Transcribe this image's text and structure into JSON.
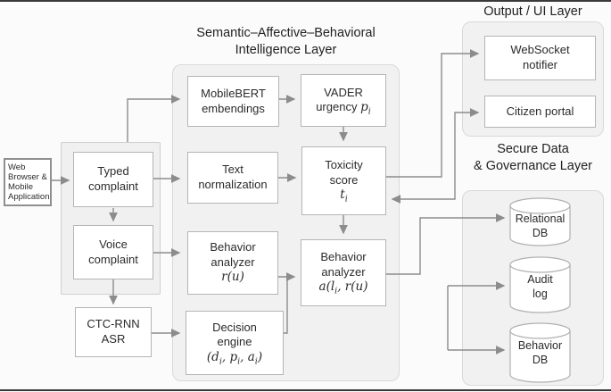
{
  "layers": {
    "intelligence": {
      "title_line1": "Semantic–Affective–Behavioral",
      "title_line2": "Intelligence Layer"
    },
    "output": {
      "title": "Output / UI Layer"
    },
    "secure": {
      "title_line1": "Secure Data",
      "title_line2": "& Governance Layer"
    }
  },
  "nodes": {
    "web_browser": {
      "l1": "Web",
      "l2": "Browser &",
      "l3": "Mobile",
      "l4": "Application"
    },
    "typed": {
      "l1": "Typed",
      "l2": "complaint"
    },
    "voice": {
      "l1": "Voice",
      "l2": "complaint"
    },
    "ctc": {
      "l1": "CTC-RNN",
      "l2": "ASR"
    },
    "mobilebert": {
      "l1": "MobileBERT",
      "l2": "embendings"
    },
    "textnorm": {
      "l1": "Text",
      "l2": "normalization"
    },
    "analyzer1": {
      "l1": "Behavior",
      "l2": "analyzer",
      "formula": [
        [
          "r(u)",
          ""
        ]
      ]
    },
    "decision": {
      "l1": "Decision",
      "l2": "engine",
      "formula": [
        [
          "(d",
          "i"
        ],
        [
          ", p",
          "i"
        ],
        [
          ", a",
          "i"
        ],
        [
          ")",
          ""
        ]
      ]
    },
    "vader": {
      "l1": "VADER",
      "l2": "urgency ",
      "formula": [
        [
          "p",
          "i"
        ]
      ]
    },
    "toxicity": {
      "l1": "Toxicity",
      "l2": "score",
      "formula": [
        [
          "t",
          "i"
        ]
      ]
    },
    "analyzer2": {
      "l1": "Behavior",
      "l2": "analyzer",
      "formula": [
        [
          "a(l",
          "i"
        ],
        [
          ", r(u)",
          ""
        ]
      ]
    },
    "websocket": {
      "l1": "WebSocket",
      "l2": "notifier"
    },
    "citizen": {
      "l1": "Citizen portal"
    },
    "relational_db": {
      "l1": "Relational",
      "l2": "DB"
    },
    "audit_log": {
      "l1": "Audit",
      "l2": "log"
    },
    "behavior_db": {
      "l1": "Behavior",
      "l2": "DB"
    }
  },
  "colors": {
    "arrow": "#8c8c8c",
    "layer_fill": "#f1f1f1",
    "box_border": "#b5b5b5",
    "cylinder_stroke": "#b0b0b0"
  }
}
